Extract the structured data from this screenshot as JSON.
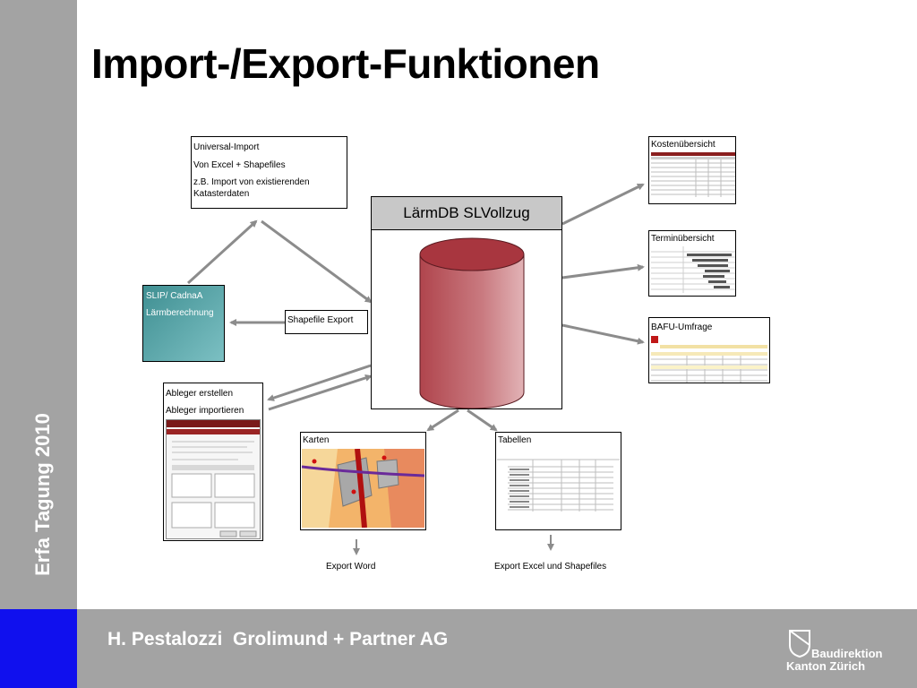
{
  "slide": {
    "title": "Import-/Export-Funktionen",
    "sidebar_label": "Erfa Tagung 2010",
    "footer_text": "H. Pestalozzi  Grolimund + Partner AG",
    "logo_line1": "Baudirektion",
    "logo_line2": "Kanton Zürich"
  },
  "center": {
    "label": "LärmDB SLVollzug"
  },
  "boxes": {
    "universal_import": {
      "line1": "Universal-Import",
      "line2": "Von Excel + Shapefiles",
      "line3": "z.B. Import von existierenden",
      "line4": "Katasterdaten"
    },
    "slip": {
      "line1": "SLIP/ CadnaA",
      "line2": "Lärmberechnung"
    },
    "shapefile_export": "Shapefile Export",
    "ableger": {
      "line1": "Ableger erstellen",
      "line2": "Ableger importieren"
    },
    "kostenuebersicht": "Kostenübersicht",
    "terminuebersicht": "Terminübersicht",
    "bafu": "BAFU-Umfrage",
    "karten": "Karten",
    "tabellen": "Tabellen"
  },
  "captions": {
    "export_word": "Export Word",
    "export_excel": "Export Excel und Shapefiles"
  },
  "colors": {
    "sidebar": "#a3a3a3",
    "footer_accent": "#1010ee",
    "cylinder": "#b0454d",
    "arrow": "#8c8c8c"
  }
}
